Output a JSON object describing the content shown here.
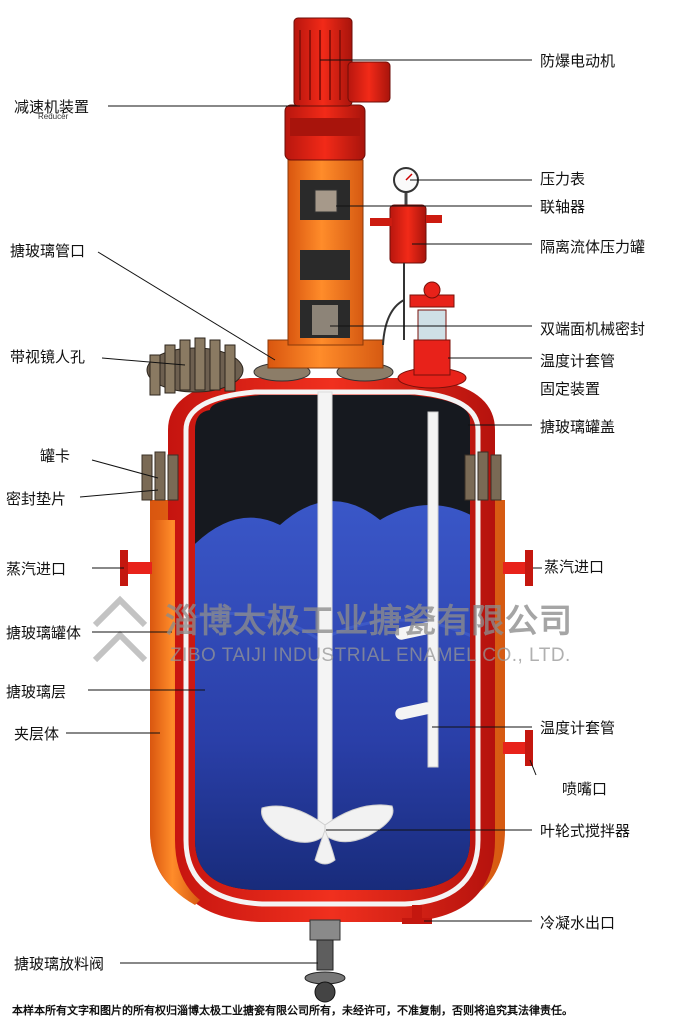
{
  "labels": {
    "motor": "防爆电动机",
    "reducer": "减速机装置",
    "reducer_en": "Reducer",
    "pressure_gauge": "压力表",
    "coupling": "联轴器",
    "isolation_tank": "隔离流体压力罐",
    "glass_nozzle": "搪玻璃管口",
    "sight_manhole": "带视镜人孔",
    "mech_seal": "双端面机械密封",
    "thermo_fix_1": "温度计套管",
    "thermo_fix_2": "固定装置",
    "tank_cover": "搪玻璃罐盖",
    "clamp": "罐卡",
    "gasket": "密封垫片",
    "steam_in_left": "蒸汽进口",
    "steam_in_right": "蒸汽进口",
    "tank_body": "搪玻璃罐体",
    "glass_layer": "搪玻璃层",
    "jacket": "夹层体",
    "thermo_sleeve": "温度计套管",
    "nozzle": "喷嘴口",
    "impeller": "叶轮式搅拌器",
    "condensate_out": "冷凝水出口",
    "discharge_valve": "搪玻璃放料阀"
  },
  "watermark": {
    "company_cn": "淄博太极工业搪瓷有限公司",
    "company_en": "ZIBO TAIJI INDUSTRIAL ENAMEL CO., LTD."
  },
  "footer": "本样本所有文字和图片的所有权归淄博太极工业搪瓷有限公司所有，未经许可，不准复制，否则将追究其法律责任。",
  "colors": {
    "shell_red": "#e8221a",
    "jacket_orange": "#f07a1e",
    "interior_blue": "#2a3fa8",
    "interior_dark": "#16191f",
    "enamel_white": "#f4f4f4"
  }
}
